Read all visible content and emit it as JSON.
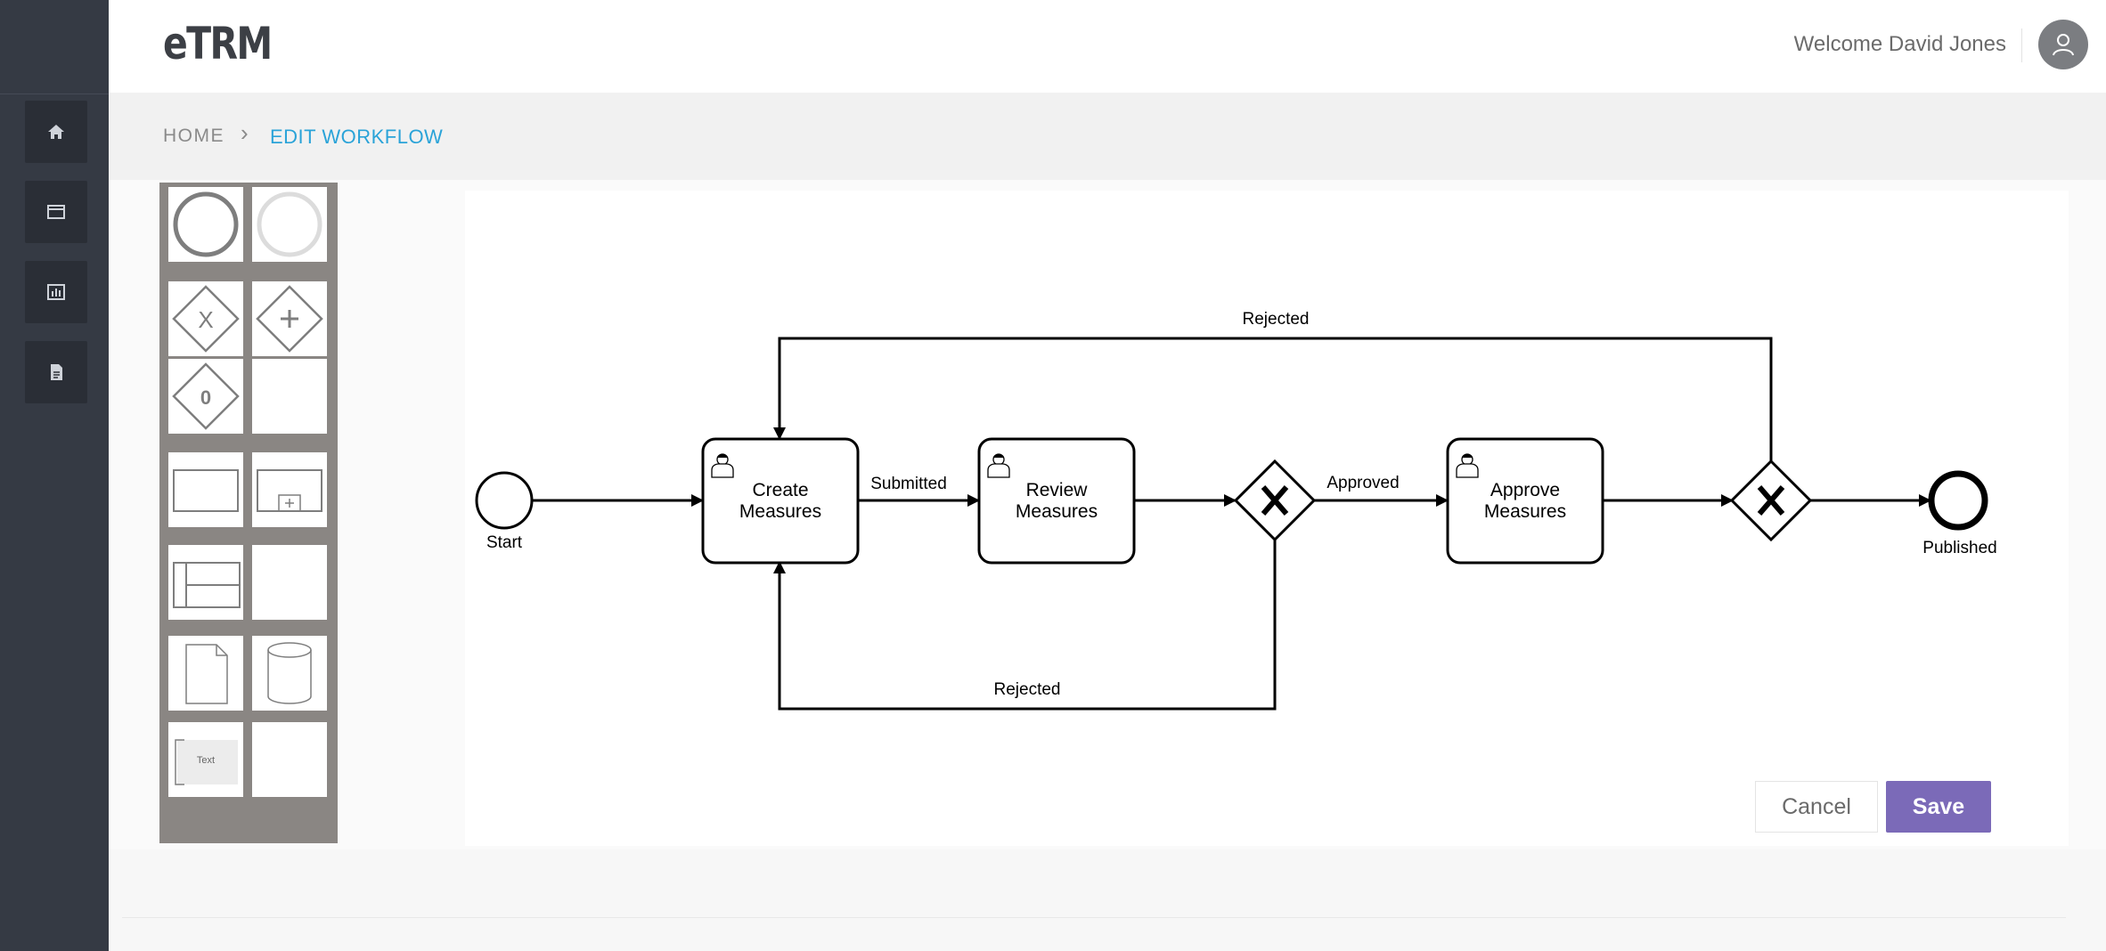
{
  "app": {
    "logo": "eTRM"
  },
  "header": {
    "welcome": "Welcome David Jones"
  },
  "nav": {
    "items": [
      {
        "icon": "home-icon"
      },
      {
        "icon": "window-icon"
      },
      {
        "icon": "chart-icon"
      },
      {
        "icon": "document-icon"
      }
    ]
  },
  "breadcrumb": {
    "home": "HOME",
    "separator": "›",
    "current": "EDIT WORKFLOW"
  },
  "palette": {
    "text_tool_label": "Text"
  },
  "workflow": {
    "start_label": "Start",
    "end_label": "Published",
    "tasks": [
      {
        "line1": "Create",
        "line2": "Measures"
      },
      {
        "line1": "Review",
        "line2": "Measures"
      },
      {
        "line1": "Approve",
        "line2": "Measures"
      }
    ],
    "flows": {
      "submitted": "Submitted",
      "approved": "Approved",
      "rejected_top": "Rejected",
      "rejected_bottom": "Rejected"
    }
  },
  "actions": {
    "cancel": "Cancel",
    "save": "Save"
  },
  "colors": {
    "rail": "#353a44",
    "accent": "#2aa3d8",
    "save": "#7b6ab8"
  }
}
